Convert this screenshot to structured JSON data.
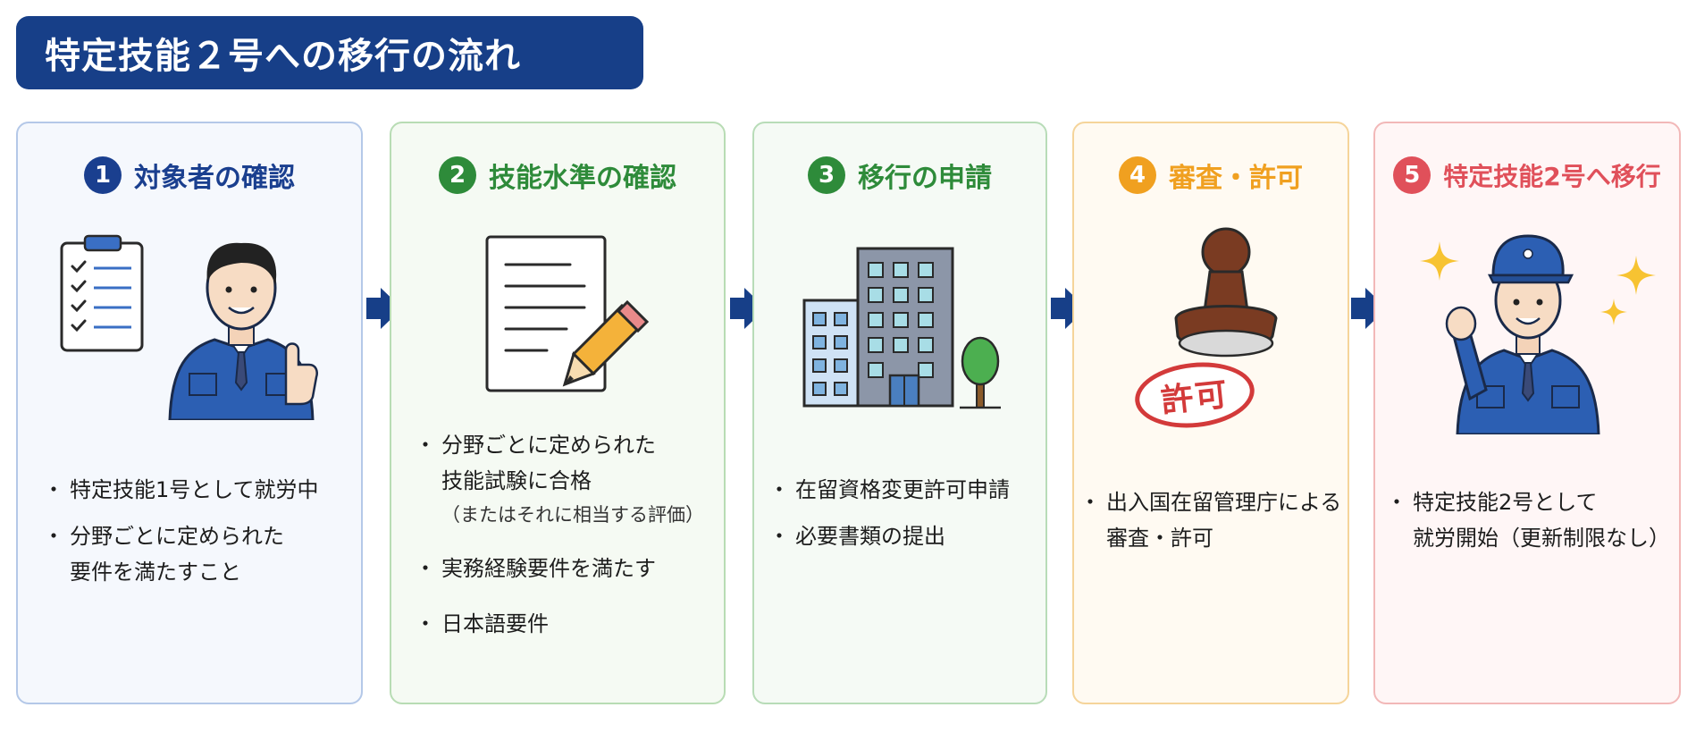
{
  "title": "特定技能２号への移行の流れ",
  "steps": [
    {
      "num": "1",
      "heading": "対象者の確認",
      "color": "#1a3f8f",
      "bullets": [
        {
          "text": "特定技能1号として就労中"
        },
        {
          "text": "分野ごとに定められた",
          "cont": "要件を満たすこと"
        }
      ]
    },
    {
      "num": "2",
      "heading": "技能水準の確認",
      "color": "#2e8b3a",
      "bullets": [
        {
          "text": "分野ごとに定められた",
          "cont": "技能試験に合格",
          "sub": "（またはそれに相当する評価）"
        },
        {
          "text": "実務経験要件を満たす"
        },
        {
          "text": "日本語要件"
        }
      ]
    },
    {
      "num": "3",
      "heading": "移行の申請",
      "color": "#2e8b3a",
      "bullets": [
        {
          "text": "在留資格変更許可申請"
        },
        {
          "text": "必要書類の提出"
        }
      ]
    },
    {
      "num": "4",
      "heading": "審査・許可",
      "color": "#f0a020",
      "stamp_text": "許可",
      "bullets": [
        {
          "text": "出入国在留管理庁による",
          "cont": "審査・許可"
        }
      ]
    },
    {
      "num": "5",
      "heading": "特定技能2号へ移行",
      "color": "#e0505a",
      "bullets": [
        {
          "text": "特定技能2号として",
          "cont": "就労開始（更新制限なし）"
        }
      ]
    }
  ],
  "colors": {
    "title_bg": "#173f88",
    "arrow": "#173f88",
    "card1": "#f5f8fd",
    "card2": "#f5faf3",
    "card3": "#f5faf5",
    "card4": "#fffaf2",
    "card5": "#fff6f6"
  },
  "icons": [
    "clipboard-icon",
    "worker-thumbs-up-icon",
    "document-icon",
    "pencil-icon",
    "office-building-icon",
    "tree-icon",
    "rubber-stamp-icon",
    "sparkle-icon",
    "worker-fist-pump-icon",
    "arrow-right-icon"
  ]
}
